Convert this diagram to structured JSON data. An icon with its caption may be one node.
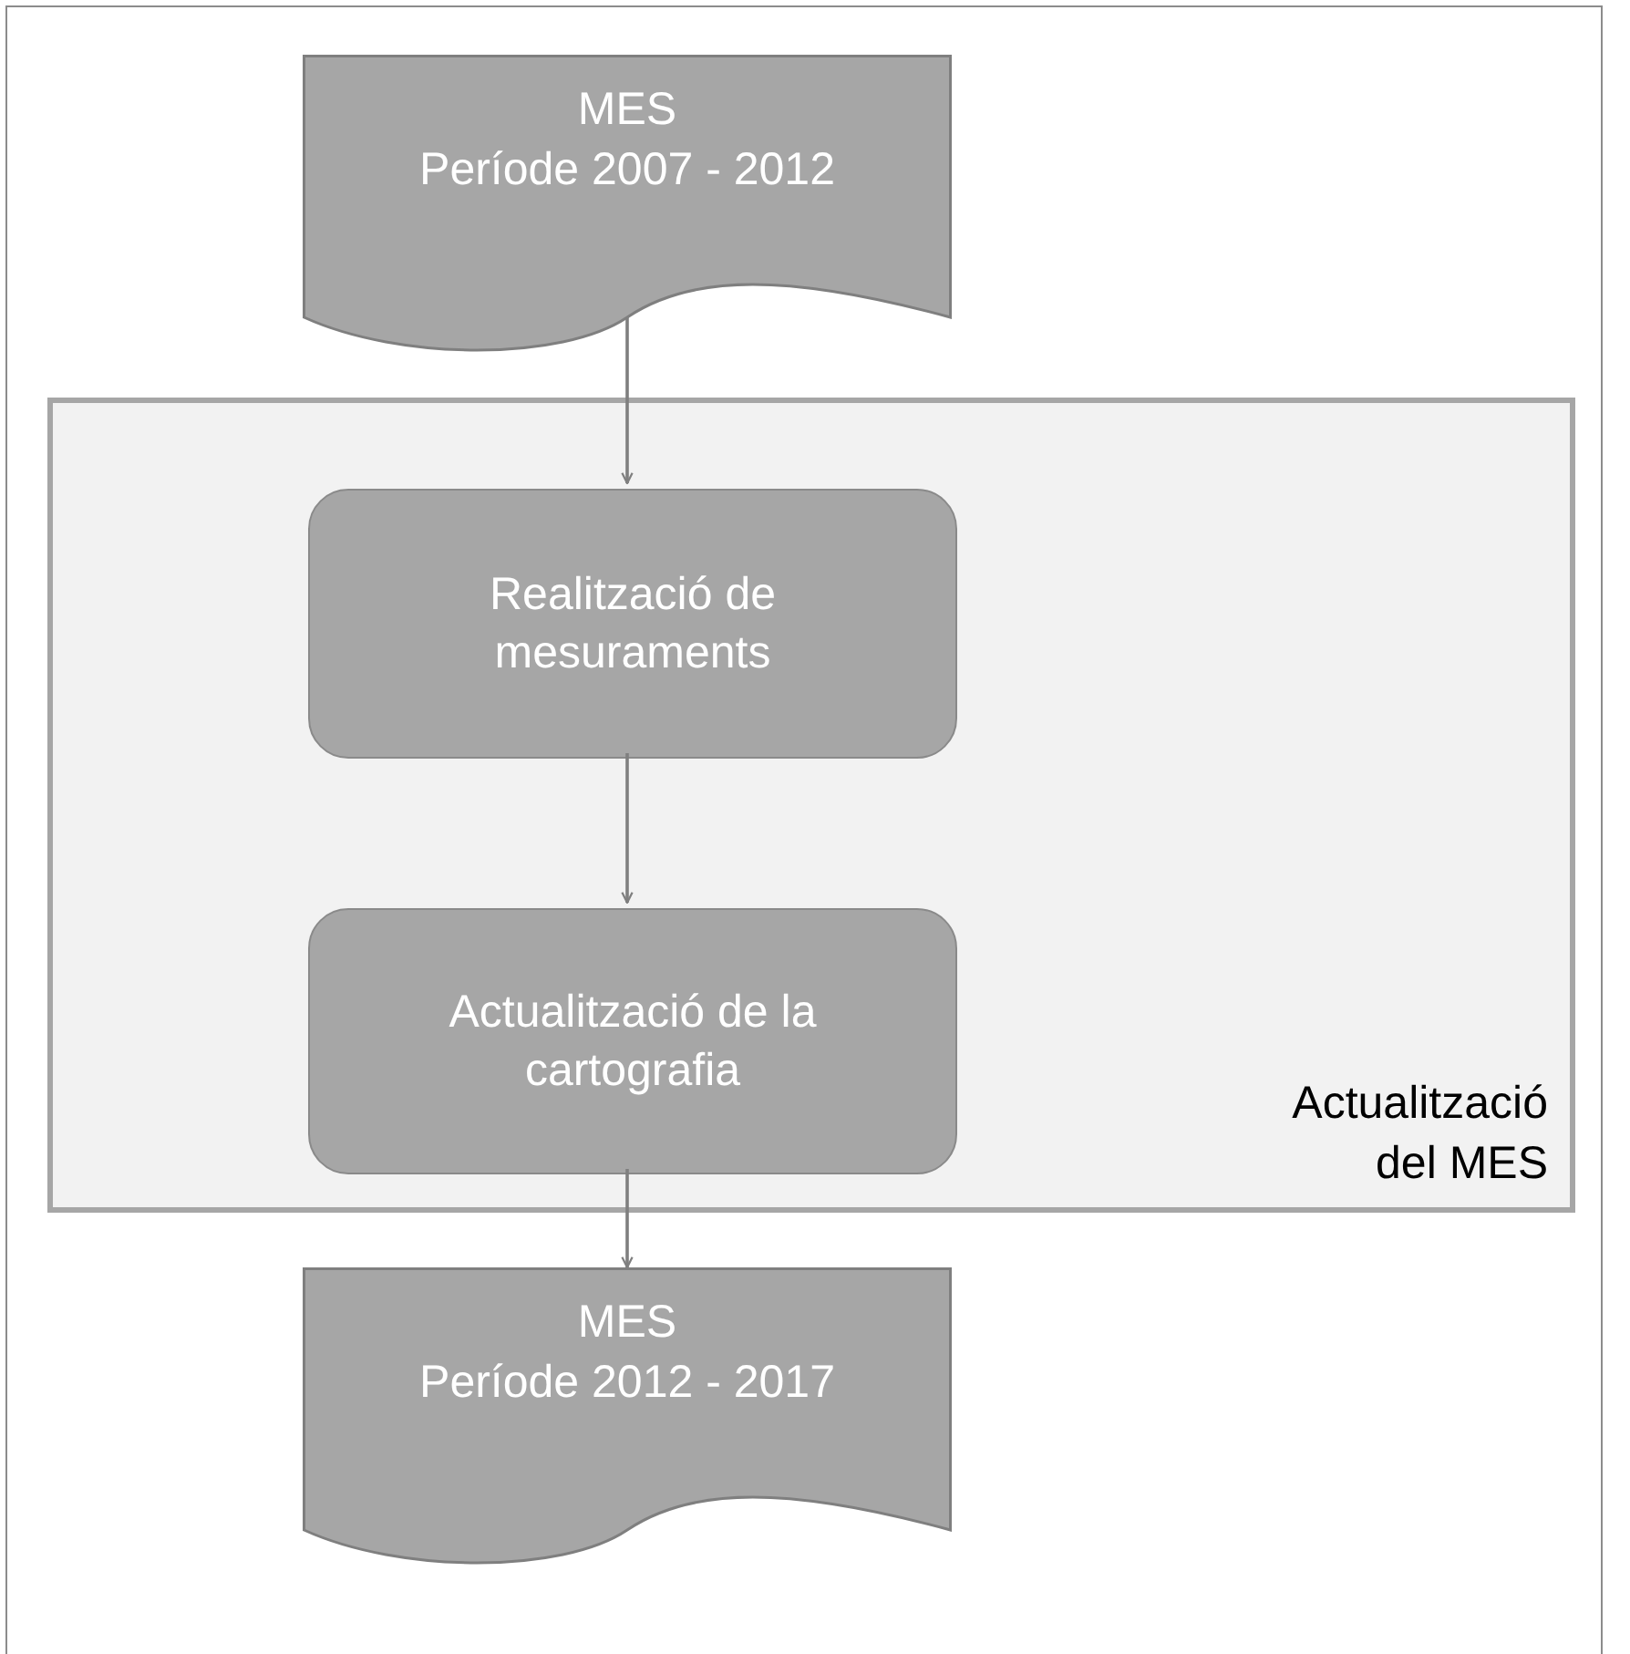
{
  "diagram": {
    "nodes": [
      {
        "text": [
          "MES",
          "Període 2007 - 2012"
        ]
      },
      {
        "text": [
          "Actualització del MES"
        ]
      },
      {
        "text": [
          "Realització de mesuraments"
        ],
        "in": 1
      },
      {
        "text": [
          "Actualització de la cartografia"
        ],
        "in": 1
      },
      {
        "text": [
          "MES",
          "Període 2012 - 2017"
        ]
      }
    ],
    "edges": [
      {
        "from": 0,
        "to": 2,
        "arrow": "to"
      },
      {
        "from": 2,
        "to": 3,
        "arrow": "to"
      },
      {
        "from": 3,
        "to": 4,
        "arrow": "to"
      }
    ]
  }
}
